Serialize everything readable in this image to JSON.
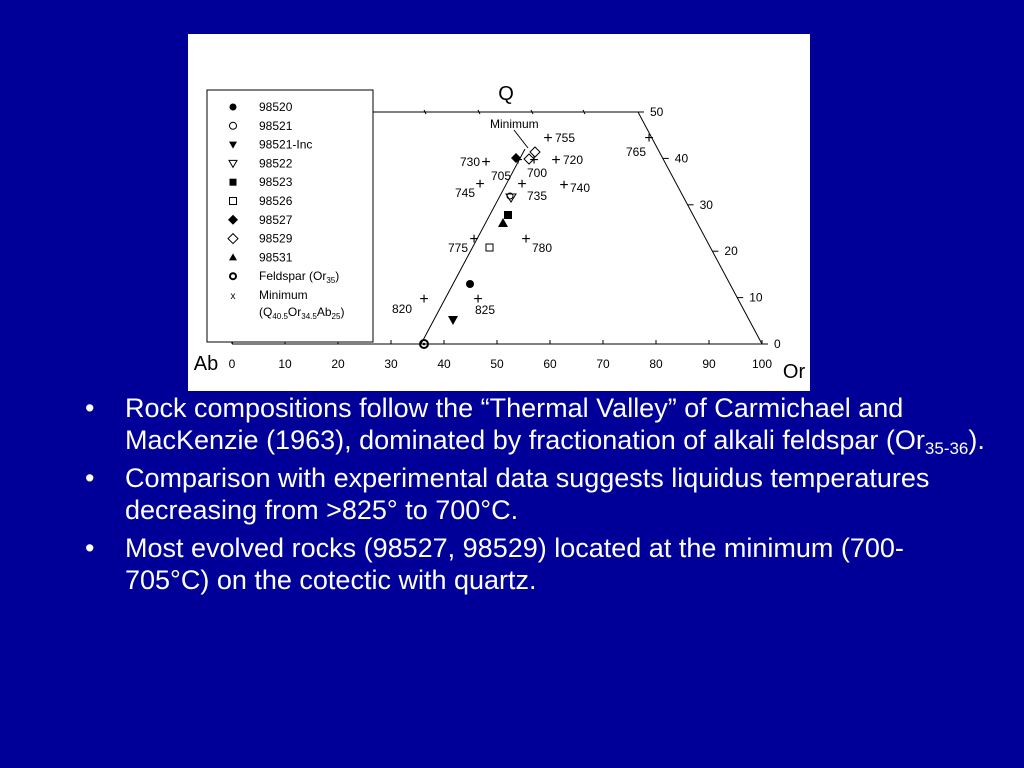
{
  "colors": {
    "background": "#000099",
    "text": "#ffffff",
    "figure_bg": "#ffffff",
    "ink": "#000000"
  },
  "diagram": {
    "vertex_labels": {
      "top": "Q",
      "left": "Ab",
      "right": "Or"
    },
    "bottom_ticks": [
      "0",
      "10",
      "20",
      "30",
      "40",
      "50",
      "60",
      "70",
      "80",
      "90",
      "100"
    ],
    "right_ticks": [
      "0",
      "10",
      "20",
      "30",
      "40",
      "50"
    ],
    "minimum_label": "Minimum",
    "legend": [
      {
        "label": "98520",
        "symbol": "filled-circle"
      },
      {
        "label": "98521",
        "symbol": "open-circle"
      },
      {
        "label": "98521-Inc",
        "symbol": "filled-down-triangle"
      },
      {
        "label": "98522",
        "symbol": "open-down-triangle"
      },
      {
        "label": "98523",
        "symbol": "filled-square"
      },
      {
        "label": "98526",
        "symbol": "open-square"
      },
      {
        "label": "98527",
        "symbol": "filled-diamond"
      },
      {
        "label": "98529",
        "symbol": "open-diamond"
      },
      {
        "label": "98531",
        "symbol": "filled-up-triangle"
      },
      {
        "label_main": "Feldspar (Or",
        "label_sub": "35",
        "label_end": ")",
        "symbol": "feldspar-flower"
      },
      {
        "label_line1": "Minimum",
        "label_parts": [
          "(Q",
          "40.5",
          "Or",
          "34.5",
          "Ab",
          "25",
          ")"
        ],
        "symbol": "x"
      }
    ],
    "temperature_labels": [
      "755",
      "720",
      "730",
      "700",
      "705",
      "740",
      "745",
      "735",
      "765",
      "775",
      "780",
      "820",
      "825"
    ]
  },
  "bullets": [
    {
      "pre": "Rock compositions follow the “Thermal Valley” of Carmichael and MacKenzie (1963), dominated by fractionation of alkali feldspar (Or",
      "sub": "35-36",
      "post": ")."
    },
    {
      "text": "Comparison with experimental data suggests liquidus temperatures decreasing from >825° to 700°C."
    },
    {
      "text": "Most evolved rocks (98527, 98529) located at the minimum (700-705°C) on the cotectic with quartz."
    }
  ]
}
